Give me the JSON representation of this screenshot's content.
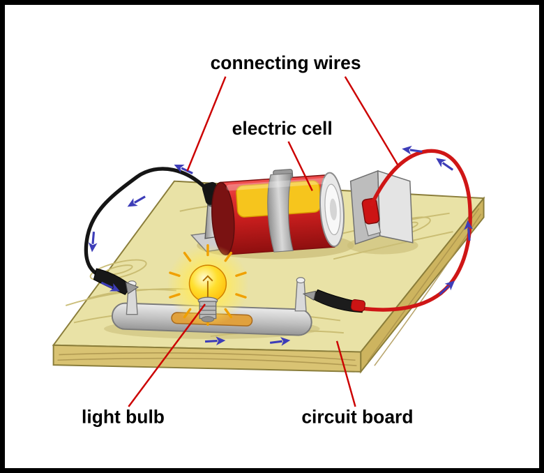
{
  "diagram": {
    "labels": {
      "connecting_wires": "connecting wires",
      "electric_cell": "electric cell",
      "light_bulb": "light bulb",
      "circuit_board": "circuit board"
    },
    "colors": {
      "background": "#ffffff",
      "frame_border": "#000000",
      "label_text": "#000000",
      "leader_line": "#cc0000",
      "current_arrow": "#3d3db8",
      "black_wire": "#151515",
      "red_wire": "#cf1616",
      "battery_body": "#c51d1d",
      "battery_label_band": "#f6c51d",
      "bulb_glow": "#ffe95e",
      "board_top": "#e9e2a6",
      "board_front": "#d9c373",
      "board_side": "#cdb45f",
      "metal": "#c6c6c6"
    }
  }
}
